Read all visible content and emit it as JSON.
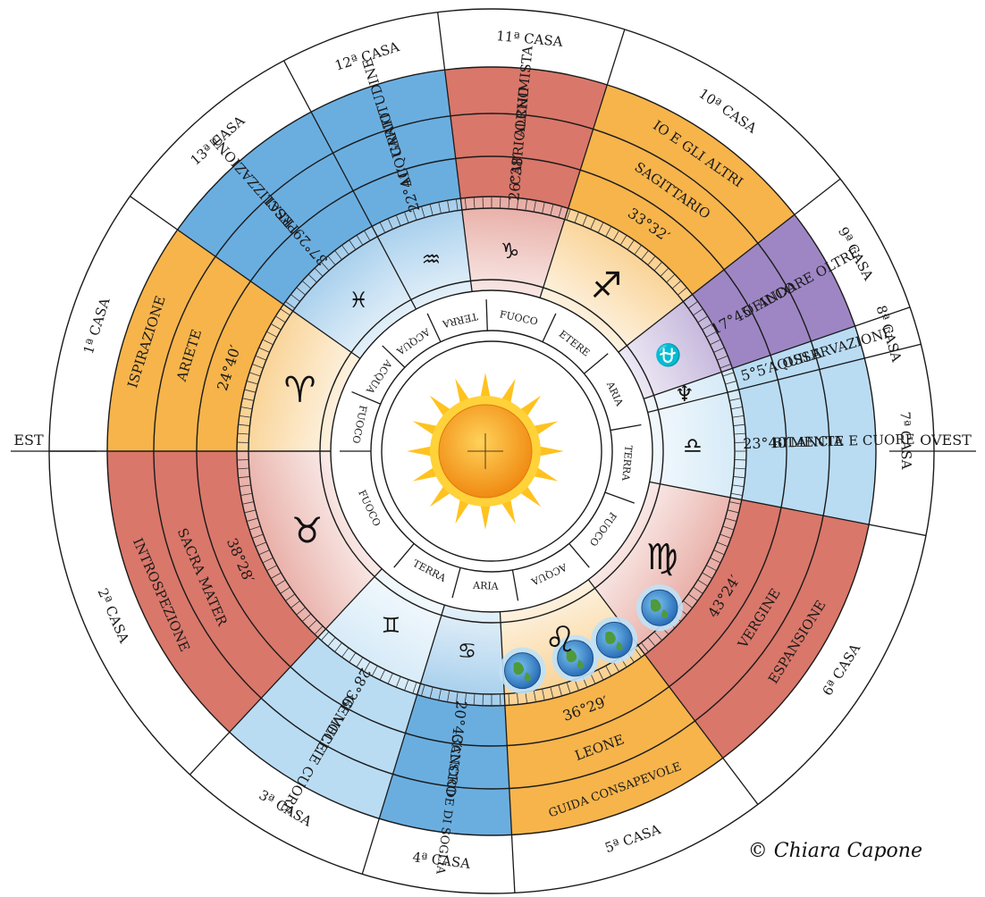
{
  "directions": {
    "east": "EST",
    "west": "OVEST"
  },
  "copyright": "© Chiara Capone",
  "colors": {
    "red": "#d9776a",
    "orange": "#f6b44b",
    "blue": "#6aaee0",
    "lightblue": "#b9dcf3",
    "purple": "#9e86c4"
  },
  "sectors": [
    {
      "house": "1ª CASA",
      "quality": "ISPIRAZIONE",
      "sign": "ARIETE",
      "degrees": "24°40′",
      "glyph": "♈",
      "color": "orange"
    },
    {
      "house": "13ª CASA",
      "quality": "REALIZZAZIONE",
      "sign": "PESCI",
      "degrees": "37°29′",
      "glyph": "♓",
      "color": "blue"
    },
    {
      "house": "12ª CASA",
      "quality": "GRATITUDINE",
      "sign": "ACQUARIO",
      "degrees": "22°41′",
      "glyph": "♒",
      "color": "blue"
    },
    {
      "house": "11ª CASA",
      "quality": "ALCHIMISTA",
      "sign": "CAPRICORNO",
      "degrees": "26°38′",
      "glyph": "♑",
      "color": "red"
    },
    {
      "house": "10ª CASA",
      "quality": "IO E GLI ALTRI",
      "sign": "SAGITTARIO",
      "degrees": "33°32′",
      "glyph": "♐",
      "color": "orange"
    },
    {
      "house": "9ª CASA",
      "quality": "ANDARE OLTRE",
      "sign": "OFIUCO",
      "degrees": "17°45′",
      "glyph": "⛎",
      "color": "purple"
    },
    {
      "house": "8ª CASA",
      "quality": "OSSERVAZIONE",
      "sign": "AQUILA",
      "degrees": "5°5′",
      "glyph": "♆",
      "color": "lightblue"
    },
    {
      "house": "7ª CASA",
      "quality": "MENTE E CUORE",
      "sign": "BILANCIA",
      "degrees": "23°40′",
      "glyph": "♎",
      "color": "lightblue"
    },
    {
      "house": "6ª CASA",
      "quality": "ESPANSIONE",
      "sign": "VERGINE",
      "degrees": "43°24′",
      "glyph": "♍",
      "color": "red"
    },
    {
      "house": "5ª CASA",
      "quality": "GUIDA CONSAPEVOLE",
      "sign": "LEONE",
      "degrees": "36°29′",
      "glyph": "♌",
      "color": "orange"
    },
    {
      "house": "4ª CASA",
      "quality": "CUSTODE DI SOGLIA",
      "sign": "CANCRO",
      "degrees": "20°43′",
      "glyph": "♋",
      "color": "blue"
    },
    {
      "house": "3ª CASA",
      "quality": "VOCE E CUORE",
      "sign": "GEMELLI",
      "degrees": "28°36′",
      "glyph": "♊",
      "color": "lightblue"
    },
    {
      "house": "2ª CASA",
      "quality": "INTROSPEZIONE",
      "sign": "SACRA MATER",
      "degrees": "38°28′",
      "glyph": "♉",
      "color": "red"
    }
  ],
  "elements": [
    "FUOCO",
    "ACQUA",
    "ACQUA",
    "TERRA",
    "FUOCO",
    "ETERE",
    "ARIA",
    "TERRA",
    "FUOCO",
    "ACQUA",
    "ARIA",
    "TERRA",
    "FUOCO"
  ]
}
